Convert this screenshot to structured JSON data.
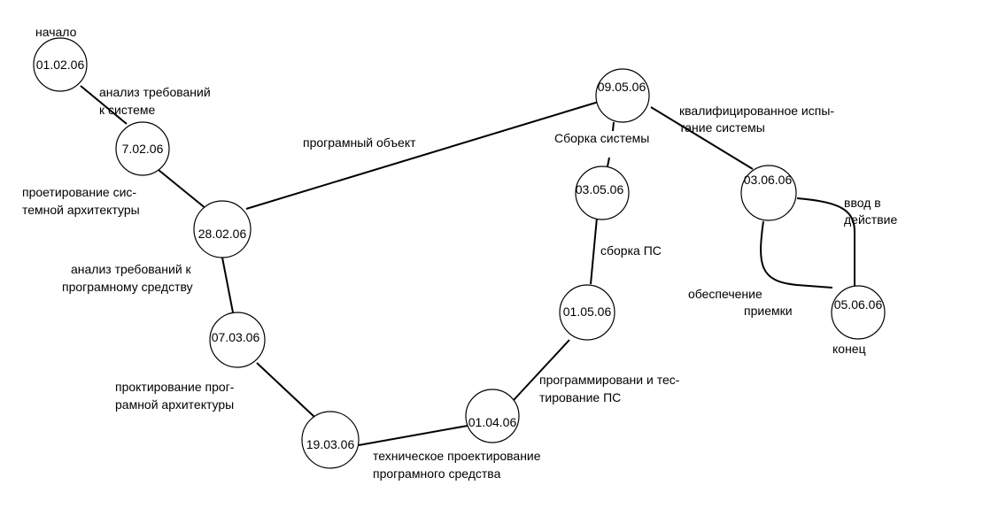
{
  "nodes": [
    {
      "id": "n1",
      "date": "01.02.06"
    },
    {
      "id": "n2",
      "date": "7.02.06"
    },
    {
      "id": "n3",
      "date": "28.02.06"
    },
    {
      "id": "n4",
      "date": "07.03.06"
    },
    {
      "id": "n5",
      "date": "19.03.06"
    },
    {
      "id": "n6",
      "date": "01.04.06"
    },
    {
      "id": "n7",
      "date": "01.05.06"
    },
    {
      "id": "n8",
      "date": "03.05.06"
    },
    {
      "id": "n9",
      "date": "09.05.06"
    },
    {
      "id": "n10",
      "date": "03.06.06"
    },
    {
      "id": "n11",
      "date": "05.06.06"
    }
  ],
  "edges": [
    {
      "from": "n1",
      "to": "n2"
    },
    {
      "from": "n2",
      "to": "n3"
    },
    {
      "from": "n3",
      "to": "n4"
    },
    {
      "from": "n4",
      "to": "n5"
    },
    {
      "from": "n5",
      "to": "n6"
    },
    {
      "from": "n6",
      "to": "n7"
    },
    {
      "from": "n7",
      "to": "n8"
    },
    {
      "from": "n8",
      "to": "n9"
    },
    {
      "from": "n3",
      "to": "n9"
    },
    {
      "from": "n9",
      "to": "n10"
    },
    {
      "from": "n10",
      "to": "n11"
    },
    {
      "from": "n10",
      "to": "n11"
    }
  ],
  "labels": {
    "start": "начало",
    "end": "конец",
    "e1": [
      "анализ требований",
      "к системе"
    ],
    "e2": [
      "проетирование сис-",
      "темной архитектуры"
    ],
    "e3": [
      "анализ требований к",
      "програмному средству"
    ],
    "e4": [
      "проктирование прог-",
      "рамной архитектуры"
    ],
    "e5": [
      "техническое проектирование",
      "програмного средства"
    ],
    "e6": [
      "программировани и тес-",
      "тирование ПС"
    ],
    "e7": [
      "сборка ПС"
    ],
    "e8": [
      "Сборка системы"
    ],
    "e9": [
      "програмный объект"
    ],
    "e10": [
      "квалифицированное испы-",
      "тание системы"
    ],
    "e11": [
      "ввод в",
      "действие"
    ],
    "e12": [
      "обеспечение",
      "приемки"
    ]
  }
}
